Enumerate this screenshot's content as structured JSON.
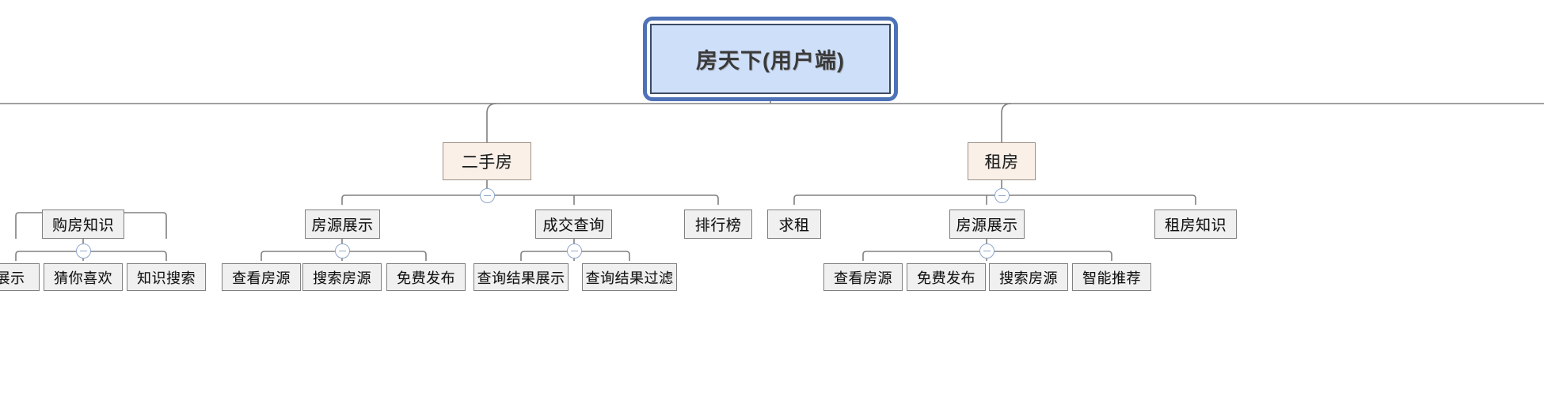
{
  "diagram": {
    "type": "mindmap-tree",
    "title": "房天下(用户端)",
    "background": "#ffffff",
    "colors": {
      "root_fill": "#cedffa",
      "root_border": "#3b4a63",
      "selection": "#4d72b8",
      "level2_fill": "#fbf0e7",
      "level2_border": "#9b9288",
      "node_fill": "#f0f0f0",
      "node_border": "#808080",
      "connector": "#808080",
      "toggle_border": "#8fa6cc"
    },
    "root": {
      "label": "房天下(用户端)",
      "selected": true
    },
    "level2": [
      {
        "label": "二手房",
        "collapsible": true
      },
      {
        "label": "租房",
        "collapsible": true
      }
    ],
    "level3": [
      {
        "label": "购房知识",
        "collapsible": true
      },
      {
        "label": "房源展示",
        "collapsible": true
      },
      {
        "label": "成交查询",
        "collapsible": true
      },
      {
        "label": "排行榜",
        "collapsible": false
      },
      {
        "label": "求租",
        "collapsible": false
      },
      {
        "label": "房源展示",
        "collapsible": true
      },
      {
        "label": "租房知识",
        "collapsible": false
      }
    ],
    "level4": [
      {
        "label": "展示"
      },
      {
        "label": "猜你喜欢"
      },
      {
        "label": "知识搜索"
      },
      {
        "label": "查看房源"
      },
      {
        "label": "搜索房源"
      },
      {
        "label": "免费发布"
      },
      {
        "label": "查询结果展示"
      },
      {
        "label": "查询结果过滤"
      },
      {
        "label": "查看房源"
      },
      {
        "label": "免费发布"
      },
      {
        "label": "搜索房源"
      },
      {
        "label": "智能推荐"
      }
    ],
    "toggle_icon": "collapse-minus-icon"
  }
}
